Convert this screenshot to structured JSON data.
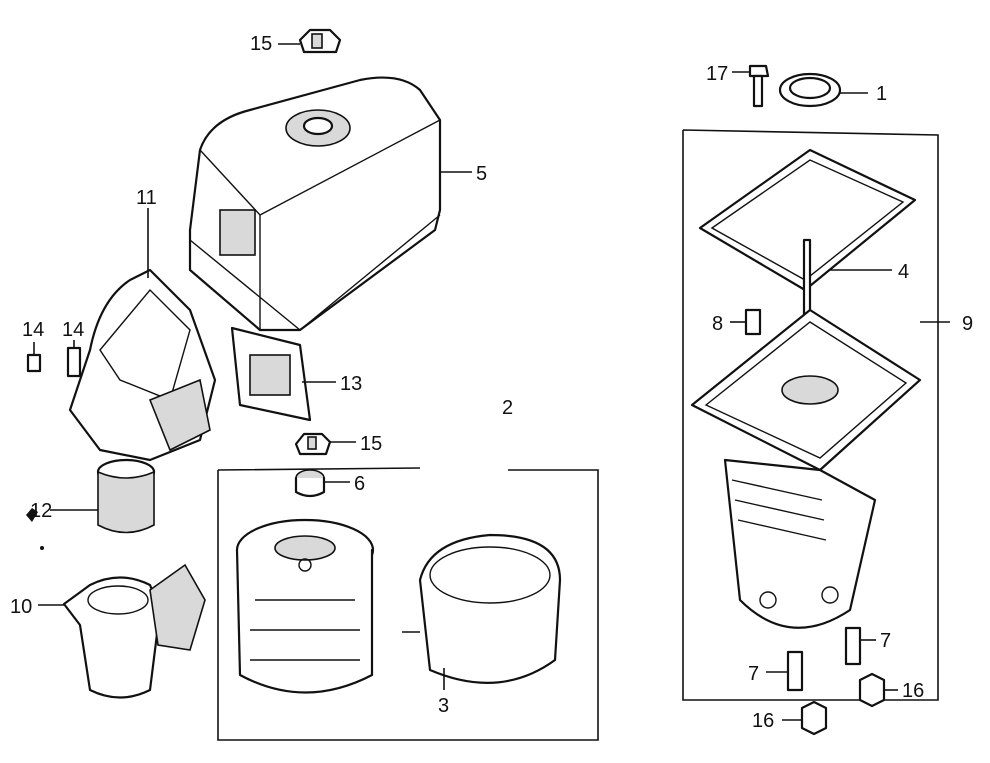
{
  "callouts": {
    "c1": "1",
    "c2": "2",
    "c3": "3",
    "c4": "4",
    "c5": "5",
    "c6": "6",
    "c7a": "7",
    "c7b": "7",
    "c8": "8",
    "c9": "9",
    "c10": "10",
    "c11": "11",
    "c12": "12",
    "c13": "13",
    "c14a": "14",
    "c14b": "14",
    "c15a": "15",
    "c15b": "15",
    "c16a": "16",
    "c16b": "16",
    "c17": "17"
  },
  "colors": {
    "ink": "#111111",
    "paper": "#ffffff",
    "shade": "#d9d9d9"
  }
}
